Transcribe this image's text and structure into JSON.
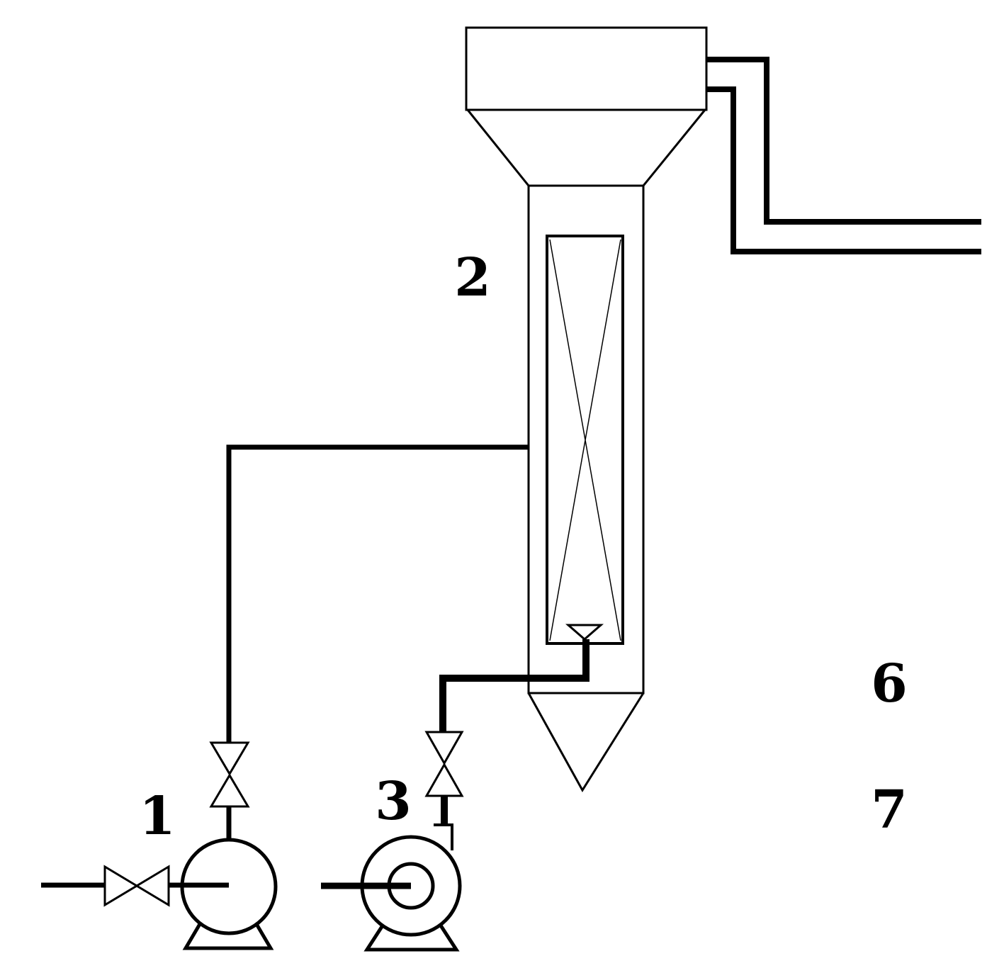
{
  "labels": {
    "pump_feed": "1",
    "reactor": "2",
    "pump_recycle": "3",
    "outlet_upper": "6",
    "outlet_lower": "7"
  },
  "colors": {
    "line": "#000000",
    "background": "#ffffff"
  }
}
